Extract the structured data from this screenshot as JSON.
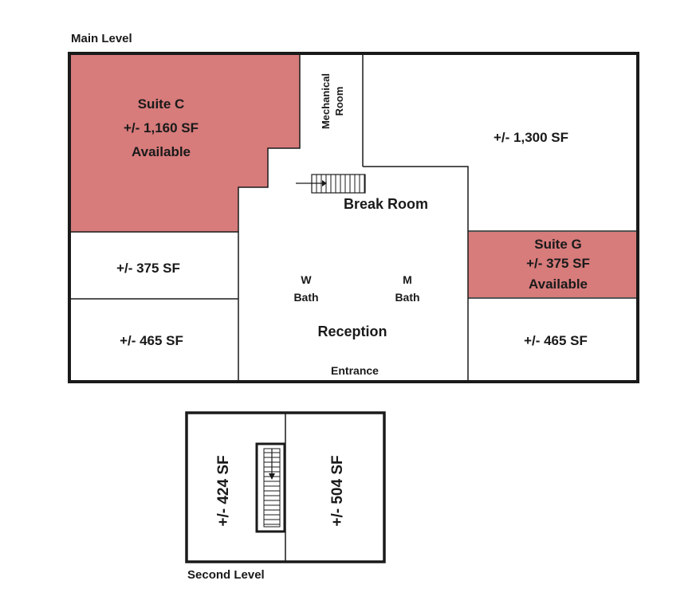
{
  "main_level": {
    "heading": "Main Level",
    "suite_c": {
      "name": "Suite C",
      "area": "+/- 1,160 SF",
      "status": "Available"
    },
    "mechanical_room": {
      "line1": "Mechanical",
      "line2": "Room"
    },
    "upper_right_area": "+/- 1,300 SF",
    "break_room": "Break Room",
    "left_mid_area": "+/- 375 SF",
    "left_bottom_area": "+/- 465 SF",
    "w_bath": {
      "line1": "W",
      "line2": "Bath"
    },
    "m_bath": {
      "line1": "M",
      "line2": "Bath"
    },
    "reception": "Reception",
    "entrance": "Entrance",
    "suite_g": {
      "name": "Suite G",
      "area": "+/- 375 SF",
      "status": "Available"
    },
    "right_bottom_area": "+/- 465 SF"
  },
  "second_level": {
    "heading": "Second Level",
    "left_area": "+/- 424 SF",
    "right_area": "+/- 504 SF"
  },
  "colors": {
    "available": "#d77b7b",
    "wall": "#1a1a1a",
    "background": "#ffffff"
  }
}
